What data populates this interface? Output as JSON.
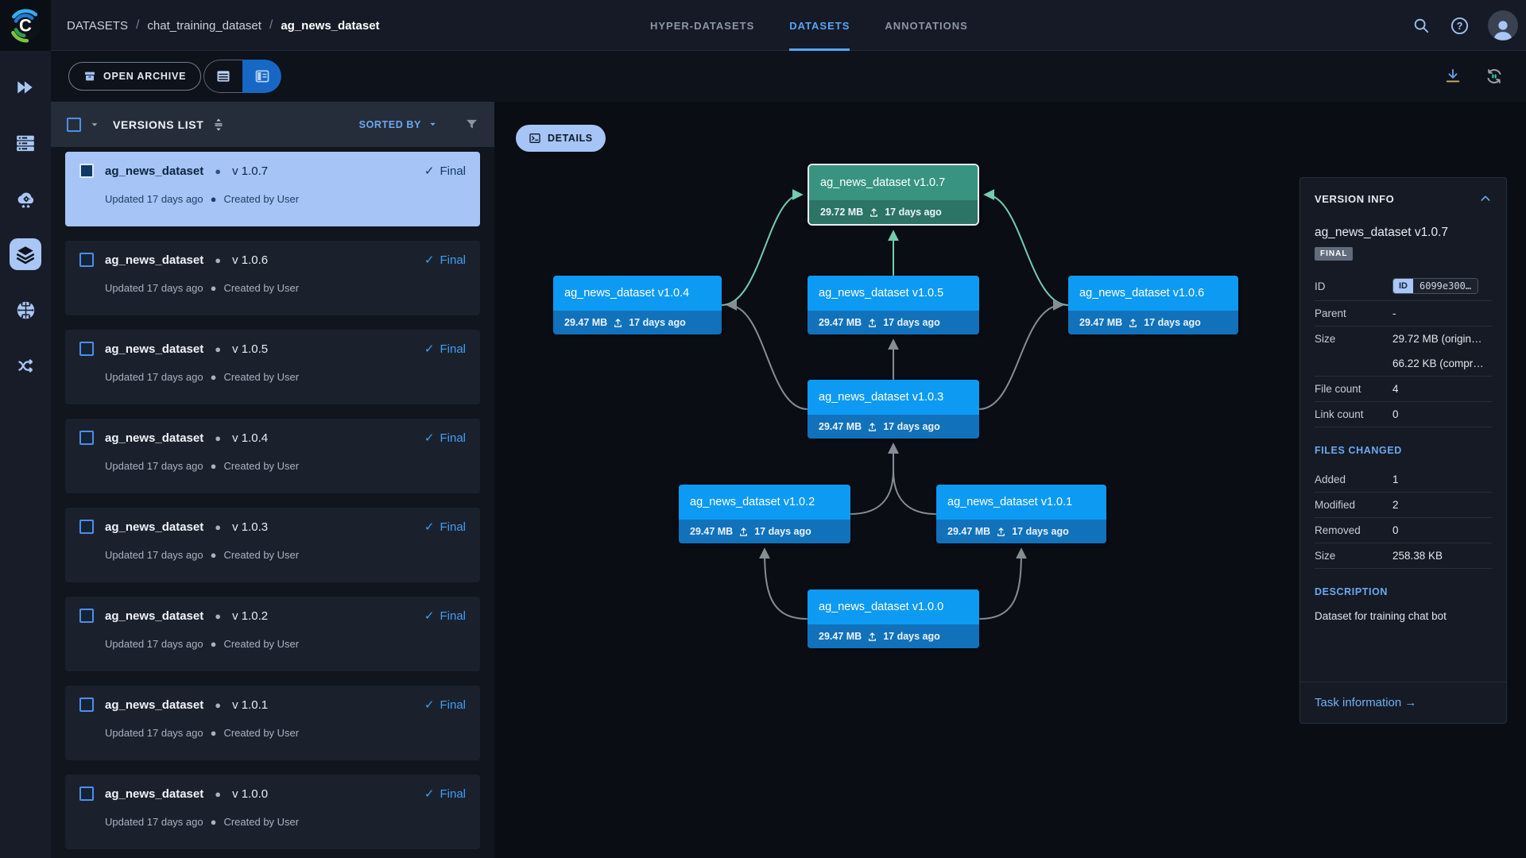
{
  "header": {
    "breadcrumb": [
      "DATASETS",
      "chat_training_dataset",
      "ag_news_dataset"
    ],
    "tabs": [
      {
        "label": "HYPER-DATASETS",
        "active": false
      },
      {
        "label": "DATASETS",
        "active": true
      },
      {
        "label": "ANNOTATIONS",
        "active": false
      }
    ],
    "icons": [
      "search-icon",
      "help-icon",
      "user-avatar"
    ]
  },
  "toolbar": {
    "open_archive_label": "OPEN ARCHIVE",
    "view_modes": [
      "table-view",
      "split-view"
    ],
    "active_view": "split-view",
    "icons": [
      "download-icon",
      "auto-refresh-icon"
    ]
  },
  "versions_list": {
    "title": "VERSIONS LIST",
    "sorted_by_label": "SORTED BY",
    "items": [
      {
        "name": "ag_news_dataset",
        "version": "v 1.0.7",
        "status": "Final",
        "updated": "Updated 17 days ago",
        "created": "Created by User",
        "selected": true
      },
      {
        "name": "ag_news_dataset",
        "version": "v 1.0.6",
        "status": "Final",
        "updated": "Updated 17 days ago",
        "created": "Created by User",
        "selected": false
      },
      {
        "name": "ag_news_dataset",
        "version": "v 1.0.5",
        "status": "Final",
        "updated": "Updated 17 days ago",
        "created": "Created by User",
        "selected": false
      },
      {
        "name": "ag_news_dataset",
        "version": "v 1.0.4",
        "status": "Final",
        "updated": "Updated 17 days ago",
        "created": "Created by User",
        "selected": false
      },
      {
        "name": "ag_news_dataset",
        "version": "v 1.0.3",
        "status": "Final",
        "updated": "Updated 17 days ago",
        "created": "Created by User",
        "selected": false
      },
      {
        "name": "ag_news_dataset",
        "version": "v 1.0.2",
        "status": "Final",
        "updated": "Updated 17 days ago",
        "created": "Created by User",
        "selected": false
      },
      {
        "name": "ag_news_dataset",
        "version": "v 1.0.1",
        "status": "Final",
        "updated": "Updated 17 days ago",
        "created": "Created by User",
        "selected": false
      },
      {
        "name": "ag_news_dataset",
        "version": "v 1.0.0",
        "status": "Final",
        "updated": "Updated 17 days ago",
        "created": "Created by User",
        "selected": false
      }
    ]
  },
  "graph": {
    "details_label": "DETAILS",
    "nodes": [
      {
        "id": "v1.0.7",
        "label": "ag_news_dataset v1.0.7",
        "size": "29.72 MB",
        "age": "17 days ago",
        "state": "current"
      },
      {
        "id": "v1.0.4",
        "label": "ag_news_dataset v1.0.4",
        "size": "29.47 MB",
        "age": "17 days ago",
        "state": "normal"
      },
      {
        "id": "v1.0.5",
        "label": "ag_news_dataset v1.0.5",
        "size": "29.47 MB",
        "age": "17 days ago",
        "state": "normal"
      },
      {
        "id": "v1.0.6",
        "label": "ag_news_dataset v1.0.6",
        "size": "29.47 MB",
        "age": "17 days ago",
        "state": "normal"
      },
      {
        "id": "v1.0.3",
        "label": "ag_news_dataset v1.0.3",
        "size": "29.47 MB",
        "age": "17 days ago",
        "state": "normal"
      },
      {
        "id": "v1.0.2",
        "label": "ag_news_dataset v1.0.2",
        "size": "29.47 MB",
        "age": "17 days ago",
        "state": "normal"
      },
      {
        "id": "v1.0.1",
        "label": "ag_news_dataset v1.0.1",
        "size": "29.47 MB",
        "age": "17 days ago",
        "state": "normal"
      },
      {
        "id": "v1.0.0",
        "label": "ag_news_dataset v1.0.0",
        "size": "29.47 MB",
        "age": "17 days ago",
        "state": "normal"
      }
    ],
    "edges": [
      {
        "from": "v1.0.4",
        "to": "v1.0.7",
        "color": "green"
      },
      {
        "from": "v1.0.5",
        "to": "v1.0.7",
        "color": "green"
      },
      {
        "from": "v1.0.6",
        "to": "v1.0.7",
        "color": "green"
      },
      {
        "from": "v1.0.3",
        "to": "v1.0.5",
        "color": "gray"
      },
      {
        "from": "v1.0.3",
        "to": "v1.0.4",
        "color": "gray"
      },
      {
        "from": "v1.0.3",
        "to": "v1.0.6",
        "color": "gray"
      },
      {
        "from": "v1.0.2",
        "to": "v1.0.3",
        "color": "gray"
      },
      {
        "from": "v1.0.1",
        "to": "v1.0.3",
        "color": "gray"
      },
      {
        "from": "v1.0.0",
        "to": "v1.0.2",
        "color": "gray"
      },
      {
        "from": "v1.0.0",
        "to": "v1.0.1",
        "color": "gray"
      }
    ]
  },
  "version_info": {
    "title": "VERSION INFO",
    "name": "ag_news_dataset v1.0.7",
    "badge": "FINAL",
    "id_label": "ID",
    "id_chip": "ID",
    "id_value": "6099e300…",
    "parent_label": "Parent",
    "parent_value": "-",
    "size_label": "Size",
    "size_original": "29.72 MB (origin…",
    "size_compressed": "66.22 KB (compr…",
    "file_count_label": "File count",
    "file_count": "4",
    "link_count_label": "Link count",
    "link_count": "0",
    "files_changed_title": "FILES CHANGED",
    "added_label": "Added",
    "added": "1",
    "modified_label": "Modified",
    "modified": "2",
    "removed_label": "Removed",
    "removed": "0",
    "changed_size_label": "Size",
    "changed_size": "258.38 KB",
    "description_title": "DESCRIPTION",
    "description": "Dataset for training chat bot",
    "task_link_label": "Task information",
    "task_link_arrow": "→"
  },
  "colors": {
    "accent_blue": "#57a5f6",
    "node_blue": "#0d9af3",
    "node_blue_footer": "#1172bb",
    "node_green": "#389480",
    "node_green_footer": "#2b7466",
    "selected_item_bg": "#a6c5f6",
    "edge_gray": "#868d96",
    "edge_green": "#72ccae"
  }
}
